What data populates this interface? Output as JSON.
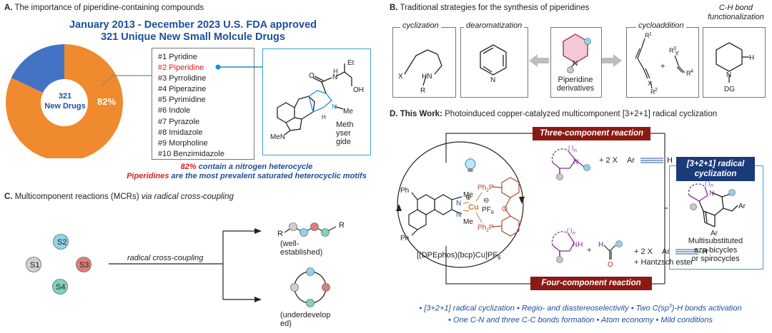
{
  "panel_a": {
    "title_letter": "A.",
    "title": "The importance of piperidine-containing compounds",
    "headline_1": "January 2013 - December 2023 U.S. FDA approved",
    "headline_2": "321 Unique New Small Molcule Drugs",
    "donut": {
      "center_1": "321",
      "center_2": "New Drugs",
      "percent_label": "82%",
      "colors": {
        "major": "#ef8a2f",
        "minor": "#4472c4"
      }
    },
    "chart_data": {
      "type": "pie",
      "values": [
        82,
        18
      ]
    },
    "heterocycles": [
      "#1 Pyridine",
      "#2 Piperidine",
      "#3 Pyrrolidine",
      "#4 Piperazine",
      "#5 Pyrimidine",
      "#6 Indole",
      "#7 Pyrazole",
      "#8 Imidazole",
      "#9 Morpholine",
      "#10 Benzimidazole"
    ],
    "molecule_name_1": "Meth",
    "molecule_name_2": "yser",
    "molecule_name_3": "gide",
    "footer_1_pct": "82%",
    "footer_1_rest": "contain a nitrogen heterocycle",
    "footer_2_red": "Piperidines",
    "footer_2_rest": "are the most prevalent saturated heterocyclic motifs"
  },
  "panel_b": {
    "title_letter": "B.",
    "title": "Traditional strategies for the synthesis of piperidines",
    "box_cyclization": "cyclization",
    "box_dearomatization": "dearomatization",
    "center_label_1": "Piperidine",
    "center_label_2": "derivatives",
    "box_cycloaddition": "cycloaddition",
    "box_ch_1": "C-H bond",
    "box_ch_2": "functionalization"
  },
  "panel_c": {
    "title_letter": "C.",
    "title_plain": "Multicomponent reactions (MCRs)",
    "title_ital": "via radical cross-coupling",
    "s_labels": [
      "S2",
      "S1",
      "S3",
      "S4"
    ],
    "arrow_label": "radical cross-coupling",
    "well_1": "(well-",
    "well_2": "established)",
    "under_1": "(underdevelop",
    "under_2": "ed)",
    "colors": {
      "s1": "#d0d0d0",
      "s2": "#8fd3e8",
      "s3": "#d9807a",
      "s4": "#7fd1c0"
    }
  },
  "panel_d": {
    "title_letter": "D.",
    "title_bold": "This Work:",
    "title_rest": "Photoinduced copper-catalyzed multicomponent [3+2+1] radical cyclization",
    "three_comp": "Three-component reaction",
    "four_comp": "Four-component reaction",
    "catalyst": "[(DPEphos)(bcp)Cu]PF",
    "catalyst_sub": "6",
    "reagent_top": "+ 2 X",
    "reagent_bottom": "+ 2 X",
    "alkyne_ar": "Ar",
    "alkyne_h": "H",
    "hantzsch": "+ Hantzsch ester",
    "result_banner_1": "[3+2+1] radical",
    "result_banner_2": "cyclization",
    "result_1": "Multisubstituted",
    "result_2": "aza-bicycles",
    "result_3": "or spirocycles",
    "bullets_1": "• [3+2+1] radical  cyclization  • Regio- and diastereoselectivity  • Two C(sp",
    "bullets_1_sup": "3",
    "bullets_1_end": ")-H bonds activation",
    "bullets_2": "• One C-N and three C-C bonds formation  • Atom economy   • Mild conditions"
  }
}
